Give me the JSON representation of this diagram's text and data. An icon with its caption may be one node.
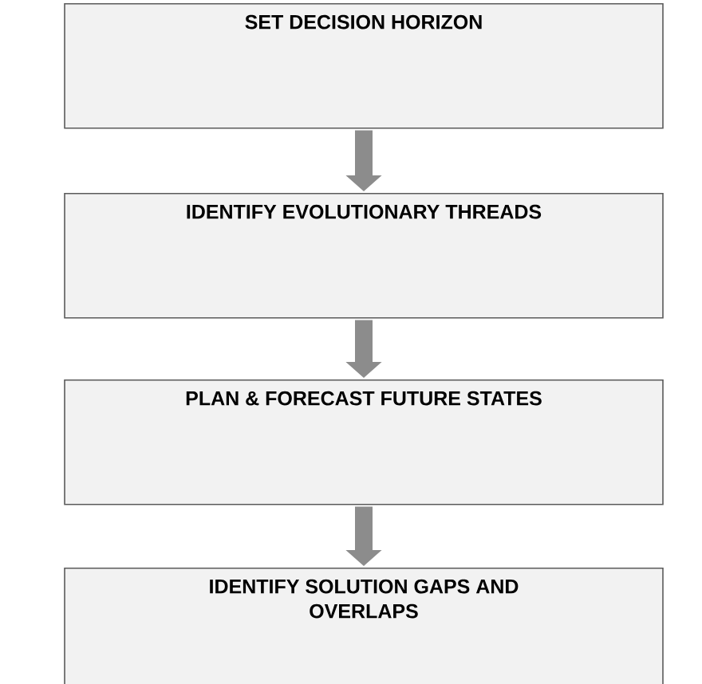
{
  "diagram": {
    "nodes": [
      {
        "text": [
          "SET DECISION HORIZON"
        ]
      },
      {
        "text": [
          "IDENTIFY EVOLUTIONARY THREADS"
        ]
      },
      {
        "text": [
          "PLAN & FORECAST FUTURE STATES"
        ]
      },
      {
        "text": [
          "IDENTIFY SOLUTION GAPS AND OVERLAPS"
        ]
      }
    ],
    "edges": [
      {
        "from": 0,
        "to": 1,
        "arrow": "to"
      },
      {
        "from": 1,
        "to": 2,
        "arrow": "to"
      },
      {
        "from": 2,
        "to": 3,
        "arrow": "to"
      }
    ]
  }
}
